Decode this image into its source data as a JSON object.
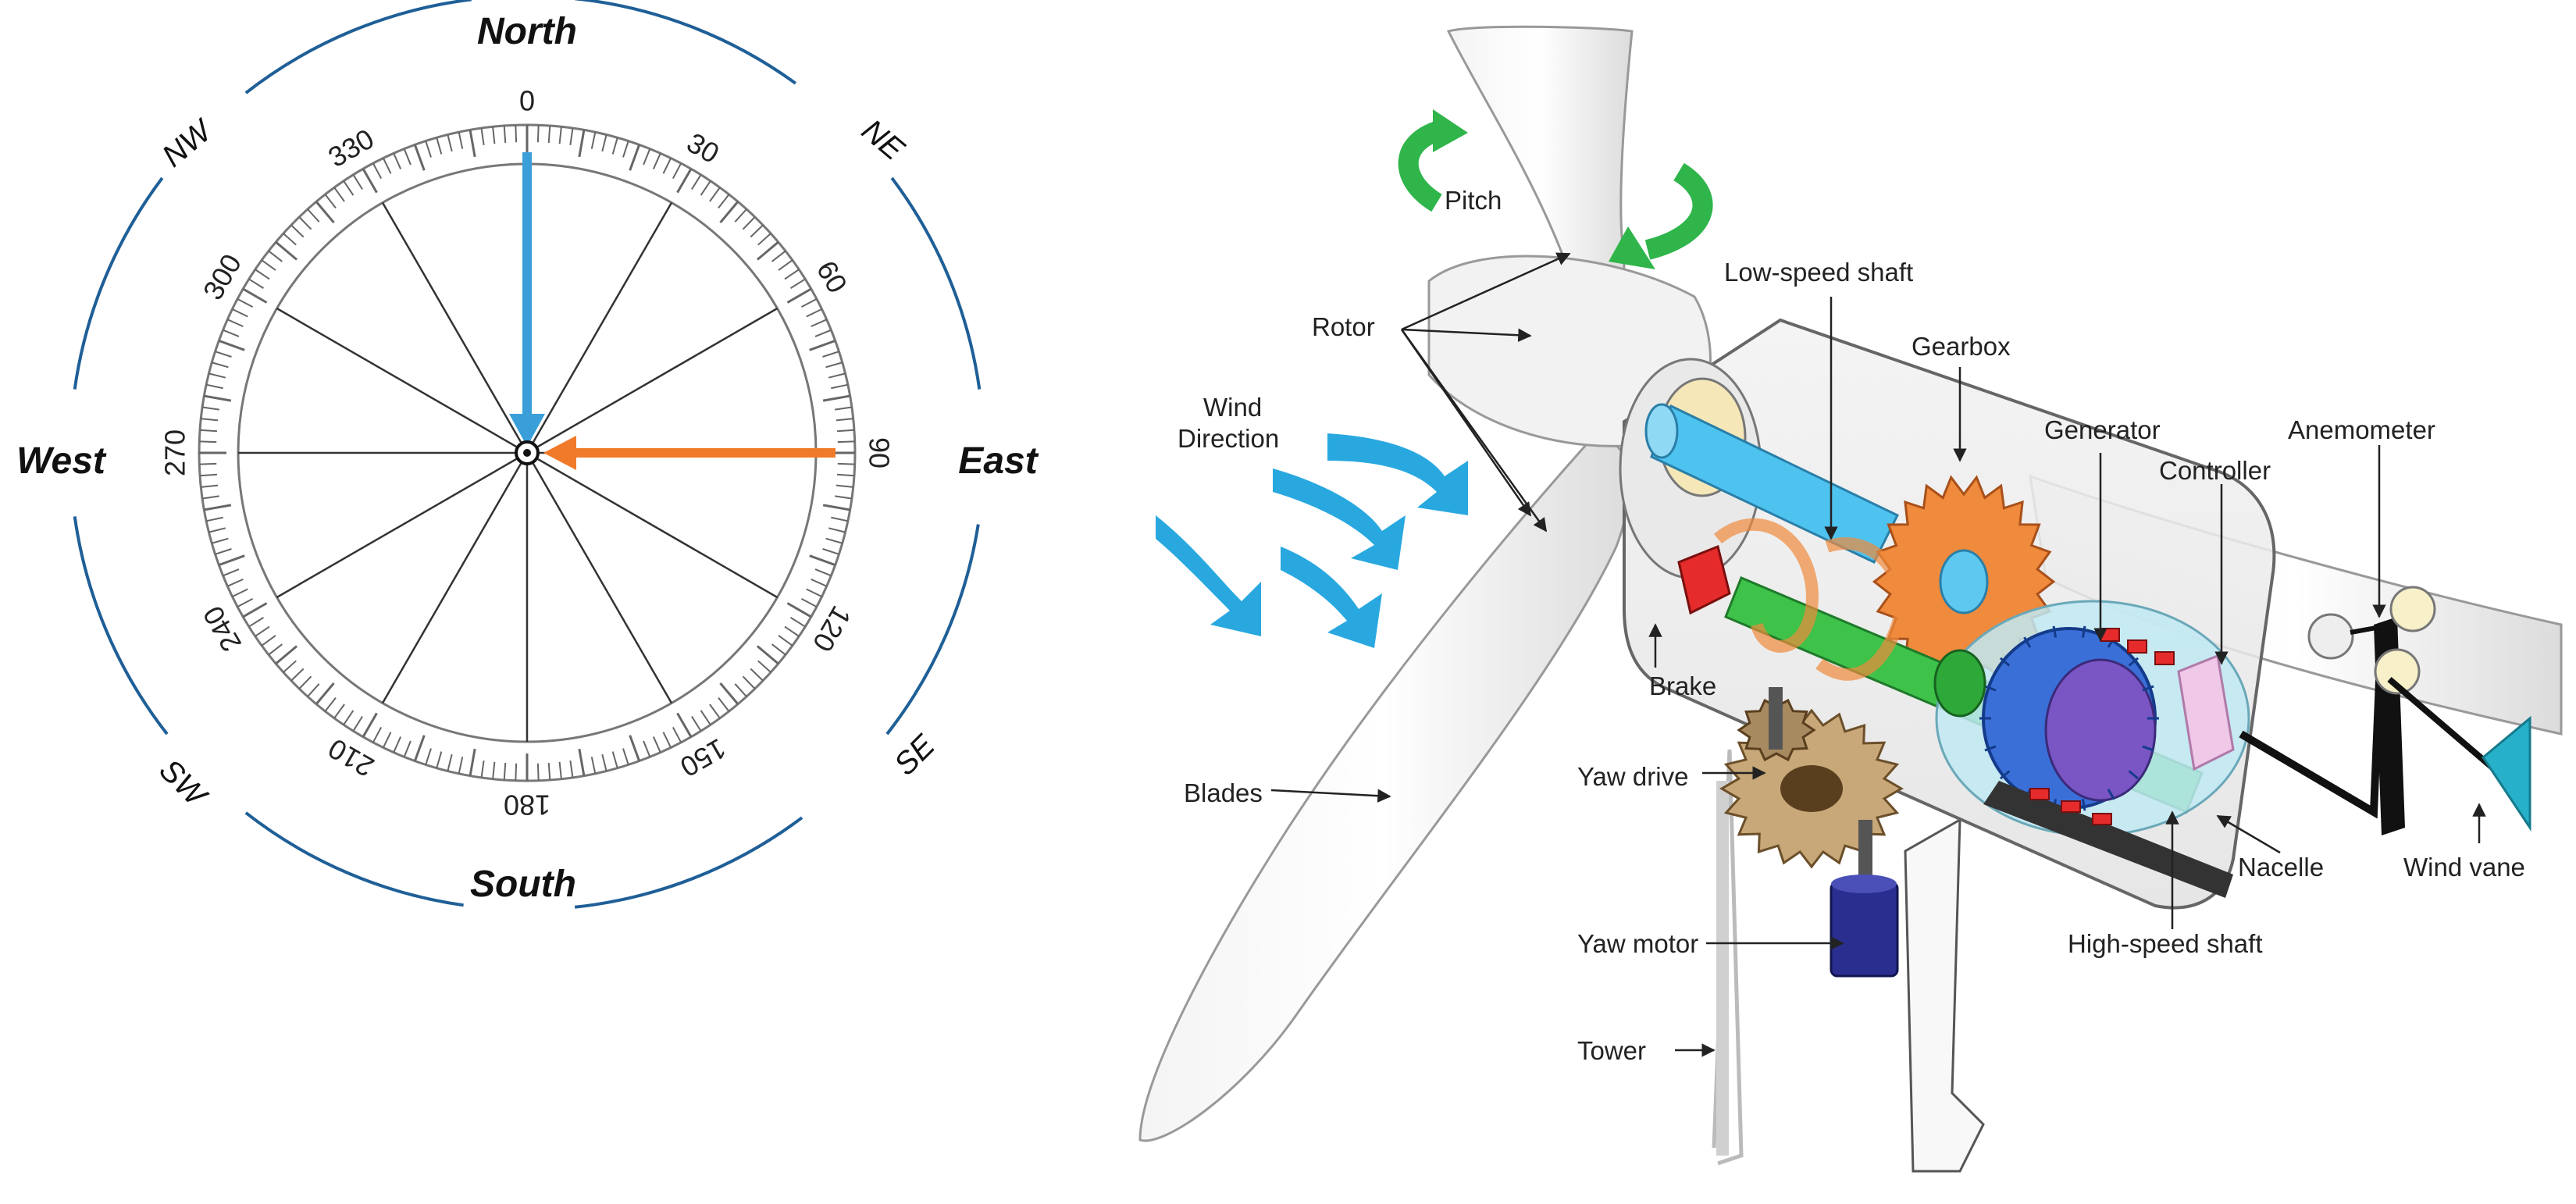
{
  "compass": {
    "directions": {
      "north": "North",
      "east": "East",
      "south": "South",
      "west": "West"
    },
    "intercardinals": {
      "ne": "NE",
      "se": "SE",
      "sw": "SW",
      "nw": "NW"
    },
    "degree_labels": [
      "0",
      "30",
      "60",
      "90",
      "120",
      "150",
      "180",
      "210",
      "240",
      "270",
      "300",
      "330"
    ],
    "arrows": [
      {
        "name": "north-arrow",
        "bearing_deg": 0,
        "color": "#3a9fd8"
      },
      {
        "name": "east-arrow",
        "bearing_deg": 90,
        "color": "#f07a2a"
      }
    ],
    "ring_color": "#1f5f97"
  },
  "turbine": {
    "labels": {
      "pitch": "Pitch",
      "rotor": "Rotor",
      "low_speed_shaft": "Low-speed shaft",
      "gearbox": "Gearbox",
      "wind_direction_line1": "Wind",
      "wind_direction_line2": "Direction",
      "generator": "Generator",
      "anemometer": "Anemometer",
      "controller": "Controller",
      "brake": "Brake",
      "yaw_drive": "Yaw drive",
      "blades": "Blades",
      "nacelle": "Nacelle",
      "wind_vane": "Wind vane",
      "high_speed_shaft": "High-speed shaft",
      "yaw_motor": "Yaw motor",
      "tower": "Tower"
    },
    "colors": {
      "wind_arrows": "#29a8e0",
      "pitch_arrows": "#2fb54a",
      "gearbox": "#f08a3c",
      "brake": "#e52b2b",
      "shaft_low": "#4fc3f0",
      "shaft_high": "#3ec24a",
      "generator": "#3b6fd8",
      "controller": "#f0c8e8",
      "yaw_motor": "#2a2f8f",
      "wind_vane": "#27b0c9"
    }
  }
}
